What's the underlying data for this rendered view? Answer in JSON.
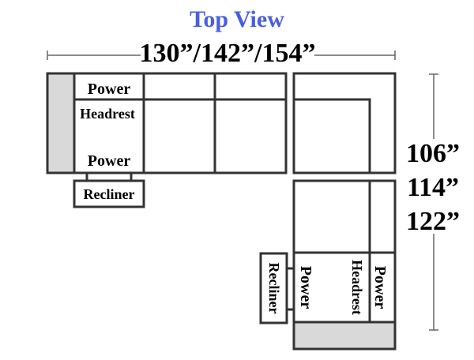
{
  "title": "Top View",
  "colors": {
    "title": "#4a5fe0",
    "outline": "#333333",
    "arm_fill": "#d9d9d9",
    "dim_line": "#666666"
  },
  "dimensions": {
    "width": "130”/142”/154”",
    "depth_1": "106”",
    "depth_2": "114”",
    "depth_3": "122”"
  },
  "labels": {
    "left_power_top": "Power",
    "left_headrest": "Headrest",
    "left_power_bottom": "Power",
    "left_recliner": "Recliner",
    "right_recliner": "Recliner",
    "right_power_1": "Power",
    "right_headrest": "Headrest",
    "right_power_2": "Power"
  }
}
